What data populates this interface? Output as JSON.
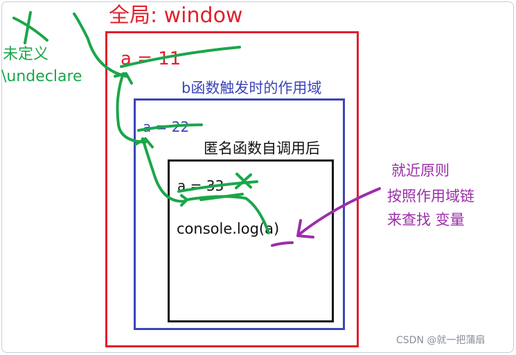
{
  "scopes": {
    "window": {
      "title": "全局: window",
      "variable": "a = 11",
      "color": "#e0202c"
    },
    "b": {
      "title": "b函数触发时的作用域",
      "variable": "a = 22",
      "color": "#3a45b8"
    },
    "anonymous": {
      "title": "匿名函数自调用后",
      "variable": "a = 33",
      "color": "#111111"
    }
  },
  "statement": "console.log(a)",
  "undefined_note": {
    "line1": "未定义",
    "line2": "\\undeclare",
    "color": "#1aa64a"
  },
  "rule_note": {
    "line1": "就近原则",
    "line2": "按照作用域链",
    "line3": "来查找 变量",
    "color": "#9b2ea8"
  },
  "watermark": "CSDN @就一把蒲扇"
}
